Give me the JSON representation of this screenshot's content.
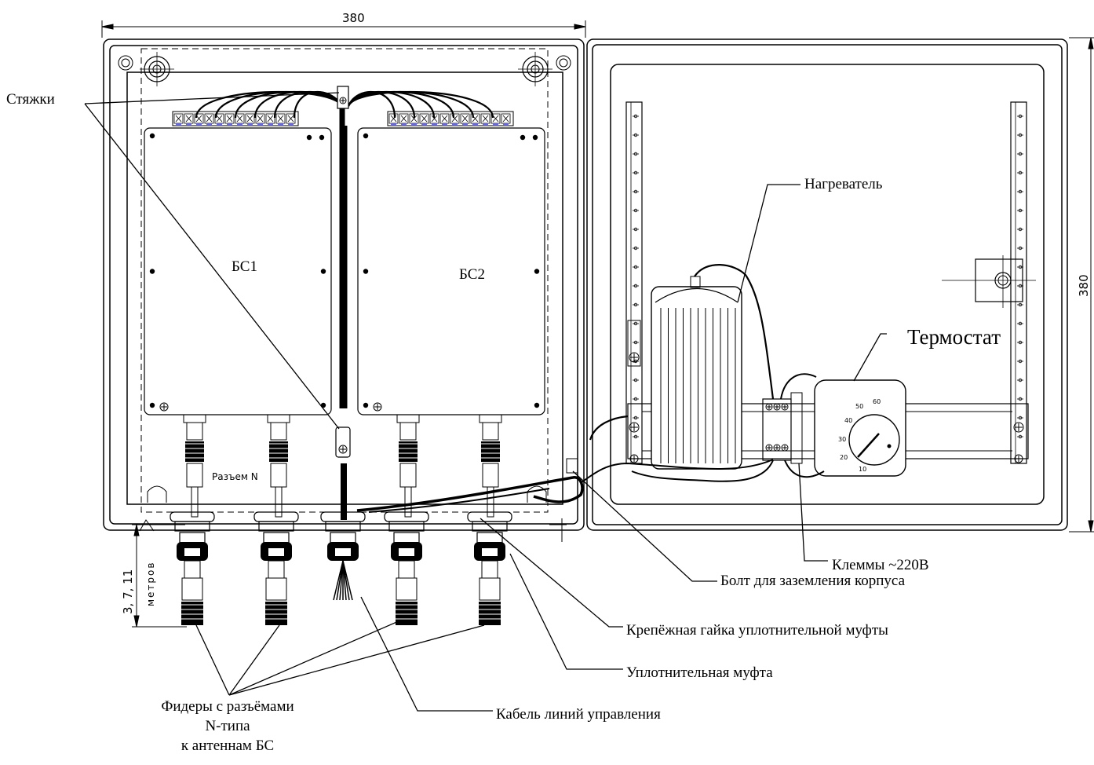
{
  "dimensions": {
    "width": "380",
    "height": "380",
    "cable_length_num": "3, 7, 11",
    "cable_length_unit": "метров"
  },
  "labels": {
    "ties": "Стяжки",
    "bs1": "БС1",
    "bs2": "БС2",
    "connector_n": "Разъем N",
    "heater": "Нагреватель",
    "thermostat": "Термостат",
    "terminals": "Клеммы  ~220В",
    "ground_bolt": "Болт для заземления корпуса",
    "fixing_nut": "Крепёжная гайка уплотнительной муфты",
    "sealing_gland": "Уплотнительная муфта",
    "control_cable": "Кабель линий управления",
    "feeders_line1": "Фидеры с разъёмами",
    "feeders_line2": "N-типа",
    "feeders_line3": "к антеннам БС"
  },
  "thermostat_scale": [
    "10",
    "20",
    "30",
    "40",
    "50",
    "60"
  ]
}
